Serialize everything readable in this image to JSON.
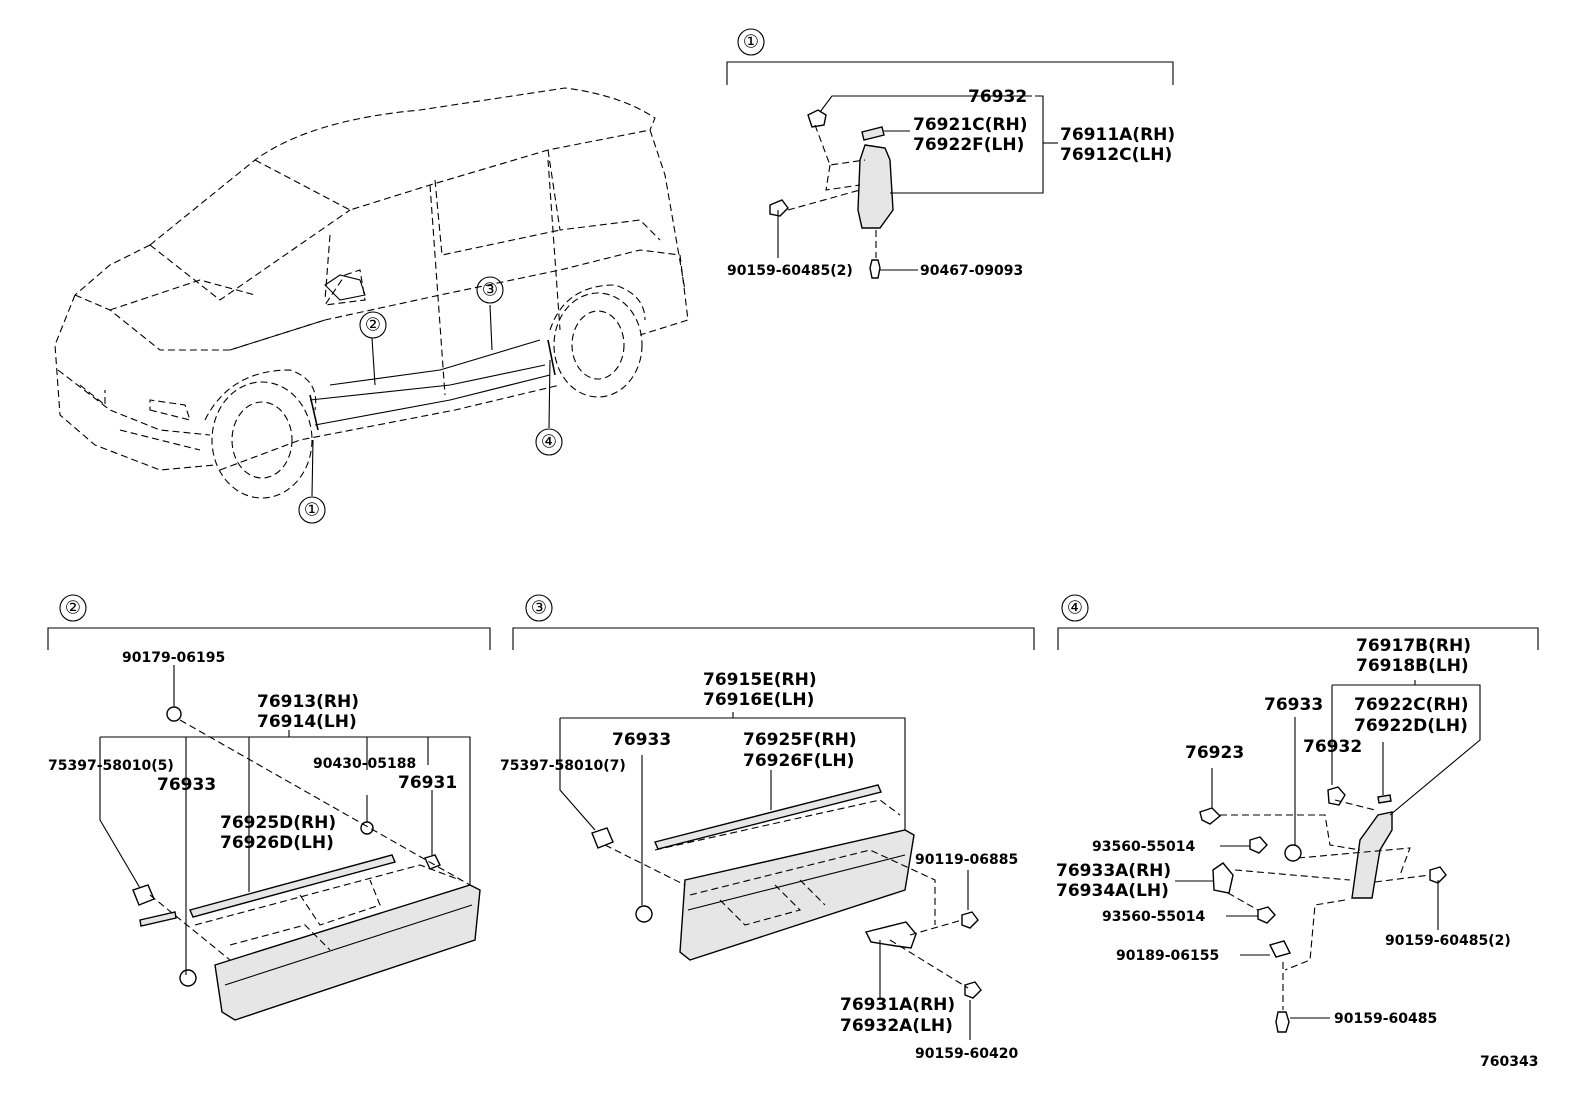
{
  "figure_id": "760343",
  "vehicle_callouts": [
    "①",
    "②",
    "③",
    "④"
  ],
  "section1": {
    "header": "①",
    "labels": {
      "p76932": "76932",
      "p76921c": "76921C(RH)",
      "p76922f": "76922F(LH)",
      "p76911a": "76911A(RH)",
      "p76912c": "76912C(LH)",
      "p90159_2": "90159-60485(2)",
      "p90467": "90467-09093"
    }
  },
  "section2": {
    "header": "②",
    "labels": {
      "p90179": "90179-06195",
      "p76913": "76913(RH)",
      "p76914": "76914(LH)",
      "p75397_5": "75397-58010(5)",
      "p76933": "76933",
      "p90430": "90430-05188",
      "p76931": "76931",
      "p76925d": "76925D(RH)",
      "p76926d": "76926D(LH)"
    }
  },
  "section3": {
    "header": "③",
    "labels": {
      "p76915e": "76915E(RH)",
      "p76916e": "76916E(LH)",
      "p76933": "76933",
      "p76925f": "76925F(RH)",
      "p76926f": "76926F(LH)",
      "p75397_7": "75397-58010(7)",
      "p90119": "90119-06885",
      "p76931a": "76931A(RH)",
      "p76932a": "76932A(LH)",
      "p90159_60420": "90159-60420"
    }
  },
  "section4": {
    "header": "④",
    "labels": {
      "p76917b": "76917B(RH)",
      "p76918b": "76918B(LH)",
      "p76933": "76933",
      "p76922c": "76922C(RH)",
      "p76922d": "76922D(LH)",
      "p76932": "76932",
      "p76923": "76923",
      "p93560_a": "93560-55014",
      "p76933a": "76933A(RH)",
      "p76934a": "76934A(LH)",
      "p93560_b": "93560-55014",
      "p90189": "90189-06155",
      "p90159_2": "90159-60485(2)",
      "p90159": "90159-60485"
    }
  }
}
